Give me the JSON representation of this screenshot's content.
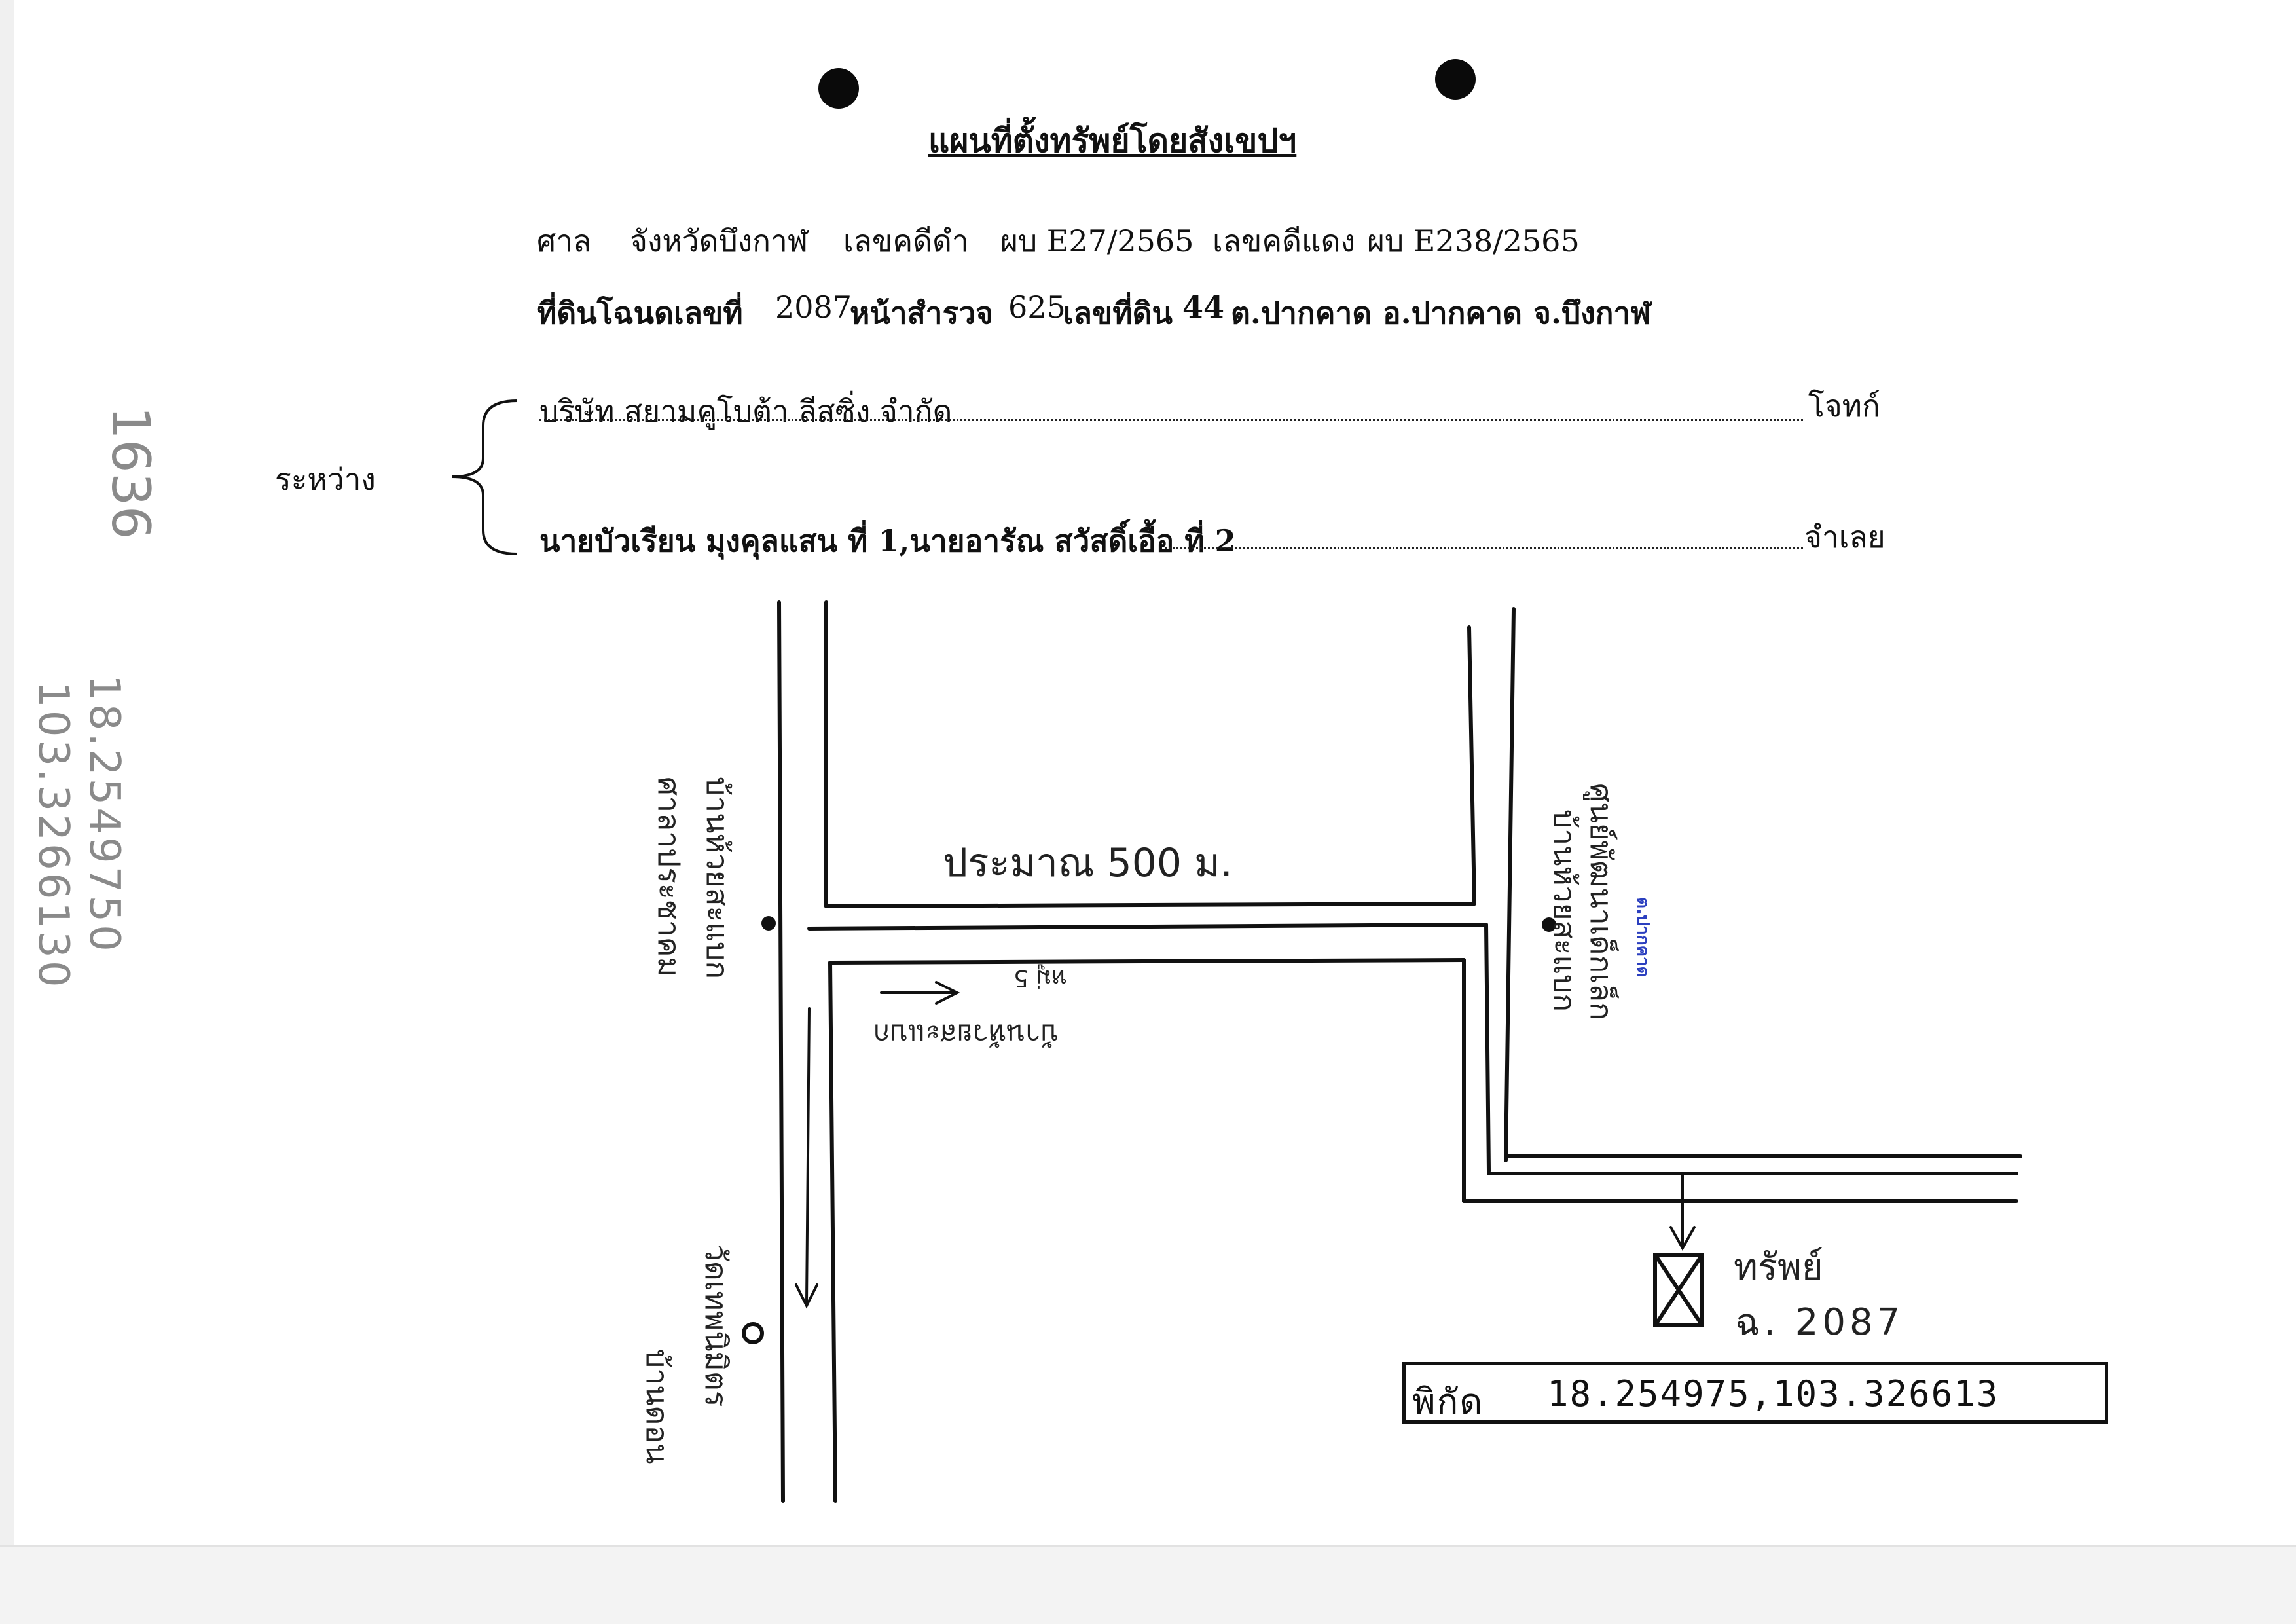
{
  "document": {
    "title": "แผนที่ตั้งทรัพย์โดยสังเขปฯ",
    "court_label": "ศาล",
    "court_value": "จังหวัดบึงกาฬ",
    "black_case_label": "เลขคดีดำ",
    "black_case_value": "ผบ E27/2565",
    "red_case_label": "เลขคดีแดง",
    "red_case_value": "ผบ E238/2565",
    "land_deed_label": "ที่ดินโฉนดเลขที่",
    "land_deed_value": "2087",
    "survey_label": "หน้าสำรวจ",
    "survey_value": "625",
    "land_no_label": "เลขที่ดิน",
    "land_no_value": "44",
    "subdistrict": "ต.ปากคาด",
    "district": "อ.ปากคาด",
    "province": "จ.บึงกาฬ",
    "between_label": "ระหว่าง",
    "plaintiff_name": "บริษัท สยามคูโบต้า ลีสซิ่ง จำกัด",
    "plaintiff_role": "โจทก์",
    "defendant_name": "นายบัวเรียน มุงคุลแสน ที่ 1,นายอารัณ สวัสดิ์เอื้อ ที่ 2",
    "defendant_role": "จำเลย"
  },
  "map": {
    "distance_label": "ประมาณ 500 ม.",
    "landmark_left_top": "บ้านห้วยสะแบก",
    "landmark_left_top_2": "ศาลาประชาคม",
    "landmark_left_bottom": "วัดเทพนิมิตร",
    "landmark_left_bottom_2": "บ้านดอน",
    "landmark_center": "บ้านห้วยสะแบก",
    "landmark_center_2": "หมู่ 5",
    "landmark_right": "ศูนย์พัฒนาเด็กเล็ก",
    "landmark_right_2": "บ้านห้วยสะแบก",
    "blue_stamp": "ต.ปากคาด",
    "property_label": "ทรัพย์",
    "property_deed": "ฉ. 2087",
    "coord_label": "พิกัด",
    "coord_value": "18.254975,103.326613"
  },
  "margin_notes": {
    "pencil_code": "1636",
    "pencil_coords_lat": "18.2549750",
    "pencil_coords_lon": "103.3266130"
  }
}
